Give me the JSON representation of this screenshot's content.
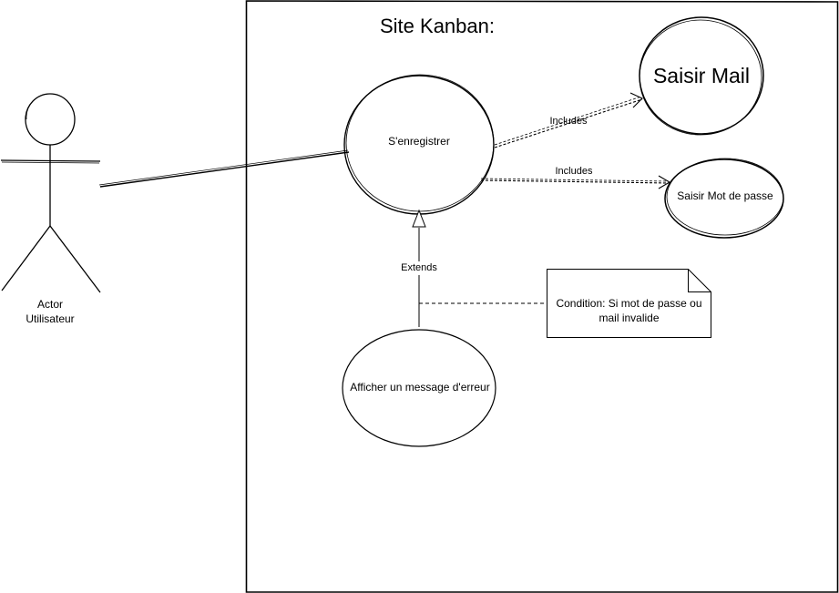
{
  "diagram": {
    "system_title": "Site Kanban:",
    "actor": {
      "line1": "Actor",
      "line2": "Utilisateur"
    },
    "use_cases": {
      "register": "S'enregistrer",
      "enter_mail": "Saisir Mail",
      "enter_password": "Saisir Mot de passe",
      "error_message": "Afficher un message d'erreur"
    },
    "relations": {
      "includes_mail": "Includes",
      "includes_password": "Includes",
      "extends": "Extends"
    },
    "note": {
      "line1": "Condition: Si mot de passe ou",
      "line2": "mail invalide"
    }
  }
}
